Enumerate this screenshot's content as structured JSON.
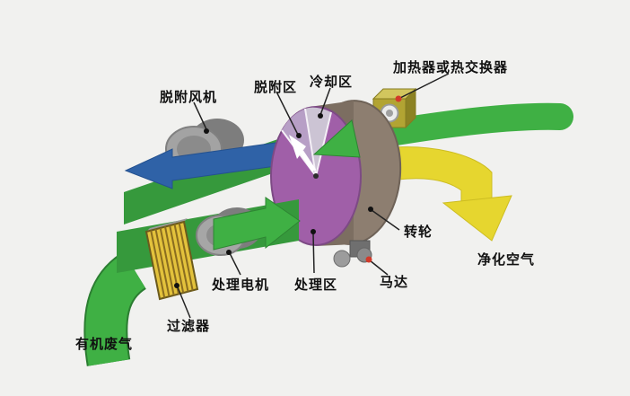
{
  "diagram": {
    "labels": {
      "desorption_fan": "脱附风机",
      "desorption_zone": "脱附区",
      "cooling_zone": "冷却区",
      "heater": "加热器或热交换器",
      "rotor_wheel": "转轮",
      "motor": "马达",
      "purified_air": "净化空气",
      "treatment_zone": "处理区",
      "treatment_motor": "处理电机",
      "filter": "过滤器",
      "organic_waste_gas": "有机废气"
    },
    "colors": {
      "background": "#f1f1ef",
      "duct_green": "#3fb044",
      "duct_green_dark": "#36993c",
      "desorption_blue": "#2f62a7",
      "rotor_purple": "#a05fa8",
      "purified_yellow": "#e6d62f",
      "filter_yellow": "#e3c23c",
      "leader_dot_red": "#d23a2a"
    }
  }
}
